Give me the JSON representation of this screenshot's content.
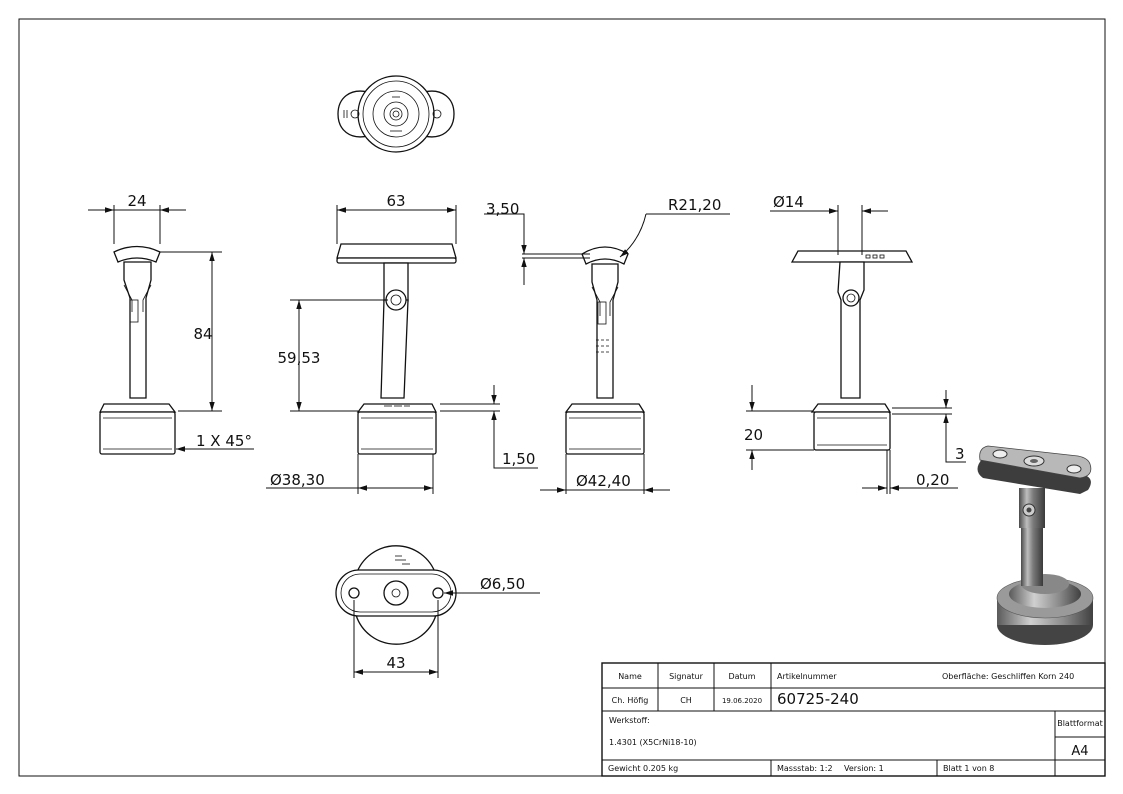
{
  "dimensions": {
    "side_width": "24",
    "side_height": "84",
    "chamfer": "1 X 45°",
    "plate_length": "63",
    "pivot_height": "59,53",
    "base_diameter": "Ø38,30",
    "flange_step": "1,50",
    "saddle_depth": "3,50",
    "saddle_radius": "R21,20",
    "flange_diameter": "Ø42,40",
    "center_hole": "Ø14",
    "base_height": "20",
    "flange_offset": "3",
    "gap": "0,20",
    "hole_diameter": "Ø6,50",
    "hole_spacing": "43"
  },
  "title_block": {
    "h_name": "Name",
    "h_signatur": "Signatur",
    "h_datum": "Datum",
    "h_artikelnummer": "Artikelnummer",
    "oberflaeche": "Oberfläche:  Geschliffen Korn 240",
    "name": "Ch. Höfig",
    "signatur": "CH",
    "datum": "19.06.2020",
    "artikelnummer": "60725-240",
    "werkstoff_label": "Werkstoff:",
    "werkstoff": "1.4301 (X5CrNi18-10)",
    "blattformat_label": "Blattformat",
    "blattformat": "A4",
    "gewicht": "Gewicht 0.205 kg",
    "massstab": "Massstab: 1:2",
    "version": "Version: 1",
    "blatt": "Blatt 1 von 8"
  }
}
